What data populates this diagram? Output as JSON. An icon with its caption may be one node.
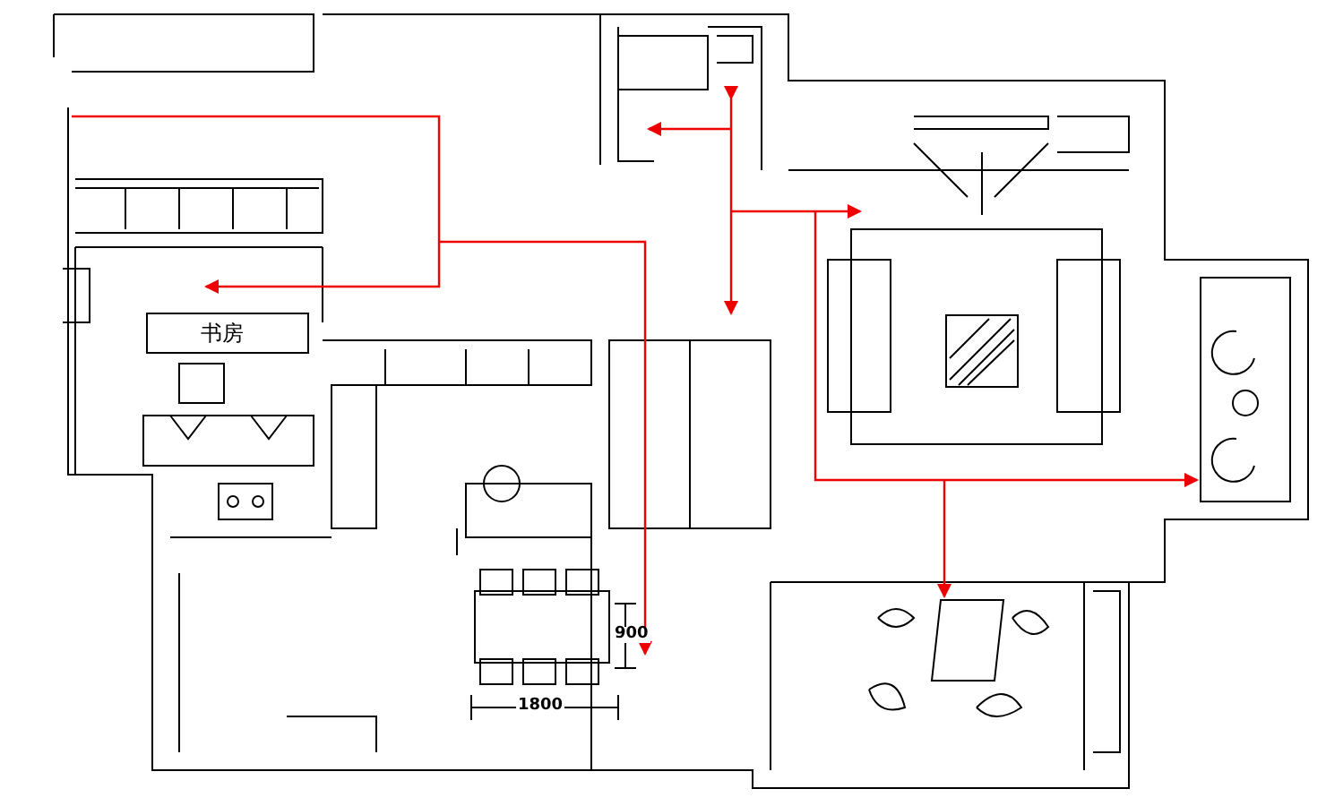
{
  "diagram": {
    "labels": [
      "书房",
      "900",
      "1800"
    ]
  }
}
